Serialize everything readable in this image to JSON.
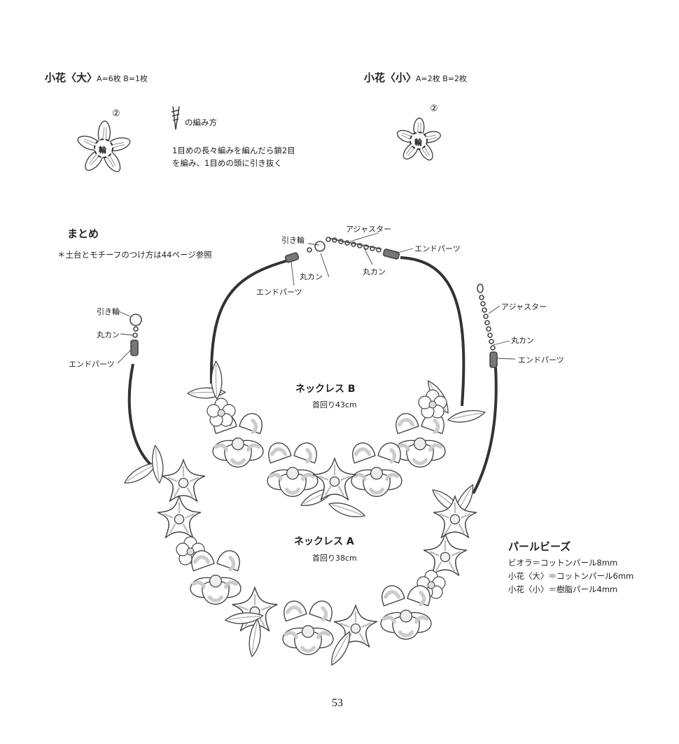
{
  "flower_large": {
    "title": "小花〈大〉",
    "count": "A=6枚 B=1枚",
    "center_label": "輪",
    "round_mark": "②"
  },
  "flower_small": {
    "title": "小花〈小〉",
    "count": "A=2枚 B=2枚",
    "center_label": "輪",
    "round_mark": "②"
  },
  "stitch_method": {
    "title": "の編み方",
    "line1": "1目めの長々編みを編んだら鎖2目",
    "line2": "を編み、1目めの頭に引き抜く"
  },
  "summary": {
    "title": "まとめ",
    "note": "＊土台とモチーフのつけ方は44ページ参照"
  },
  "necklace_b": {
    "title": "ネックレス B",
    "length": "首回り43cm",
    "labels": {
      "clasp": "引き輪",
      "adjuster": "アジャスター",
      "end_parts_right": "エンドパーツ",
      "jump_ring_right": "丸カン",
      "jump_ring_left": "丸カン",
      "end_parts_left": "エンドパーツ"
    }
  },
  "necklace_a": {
    "title": "ネックレス A",
    "length": "首回り38cm",
    "labels": {
      "clasp": "引き輪",
      "jump_ring": "丸カン",
      "end_parts": "エンドパーツ",
      "adjuster": "アジャスター",
      "jump_ring_right": "丸カン",
      "end_parts_right": "エンドパーツ"
    }
  },
  "pearl_beads": {
    "title": "パールビーズ",
    "line1": "ビオラ＝コットンパール8mm",
    "line2": "小花〈大〉＝コットンパール6mm",
    "line3": "小花〈小〉＝樹脂パール4mm"
  },
  "page_number": "53"
}
